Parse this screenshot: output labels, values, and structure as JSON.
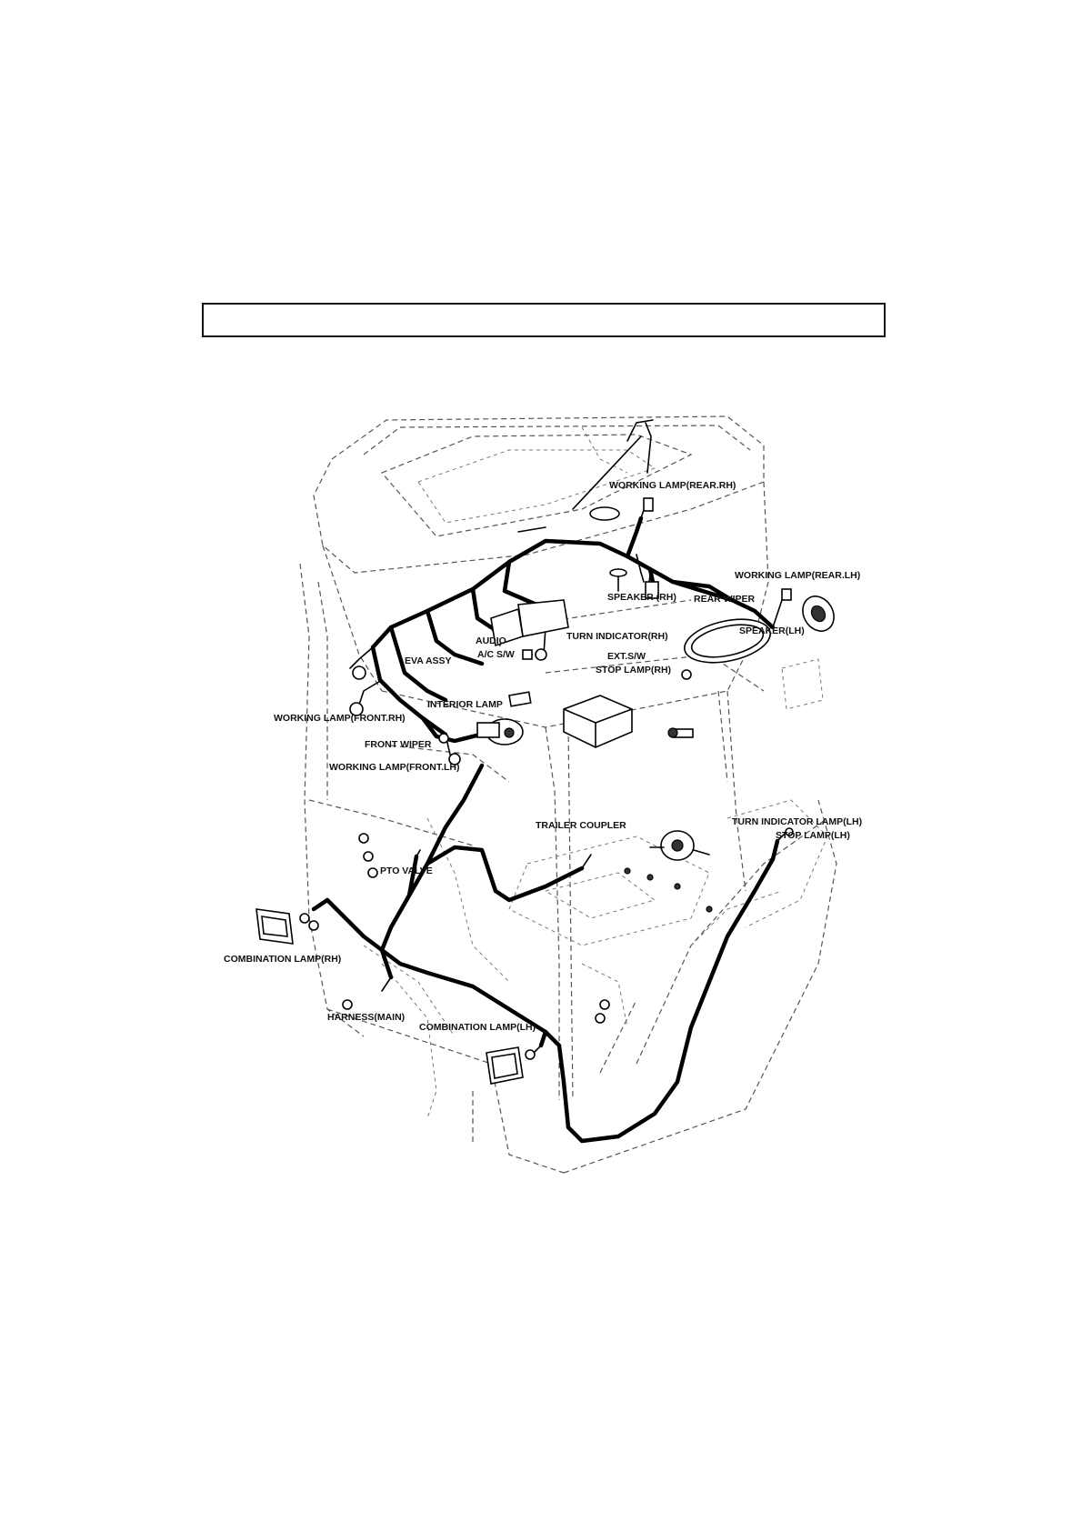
{
  "header_box": {
    "text": ""
  },
  "labels": {
    "working_lamp_rear_rh": "WORKING LAMP(REAR.RH)",
    "working_lamp_rear_lh": "WORKING LAMP(REAR.LH)",
    "speaker_rh": "SPEAKER (RH)",
    "rear_wiper": "REAR WIPER",
    "speaker_lh": "SPEAKER(LH)",
    "audio": "AUDIO",
    "ac_sw": "A/C S/W",
    "turn_indicator_rh": "TURN INDICATOR(RH)",
    "ext_sw": "EXT.S/W",
    "stop_lamp_rh": "STOP LAMP(RH)",
    "eva_assy": "EVA ASSY",
    "interior_lamp": "INTERIOR LAMP",
    "working_lamp_front_rh": "WORKING LAMP(FRONT.RH)",
    "front_wiper": "FRONT WIPER",
    "working_lamp_front_lh": "WORKING LAMP(FRONT.LH)",
    "trailer_coupler": "TRAILER COUPLER",
    "turn_indicator_lamp_lh": "TURN INDICATOR LAMP(LH)",
    "stop_lamp_lh": "STOP LAMP(LH)",
    "pto_valve": "PTO VALVE",
    "combination_lamp_rh": "COMBINATION LAMP(RH)",
    "harness_main": "HARNESS(MAIN)",
    "combination_lamp_lh": "COMBINATION LAMP(LH)"
  }
}
